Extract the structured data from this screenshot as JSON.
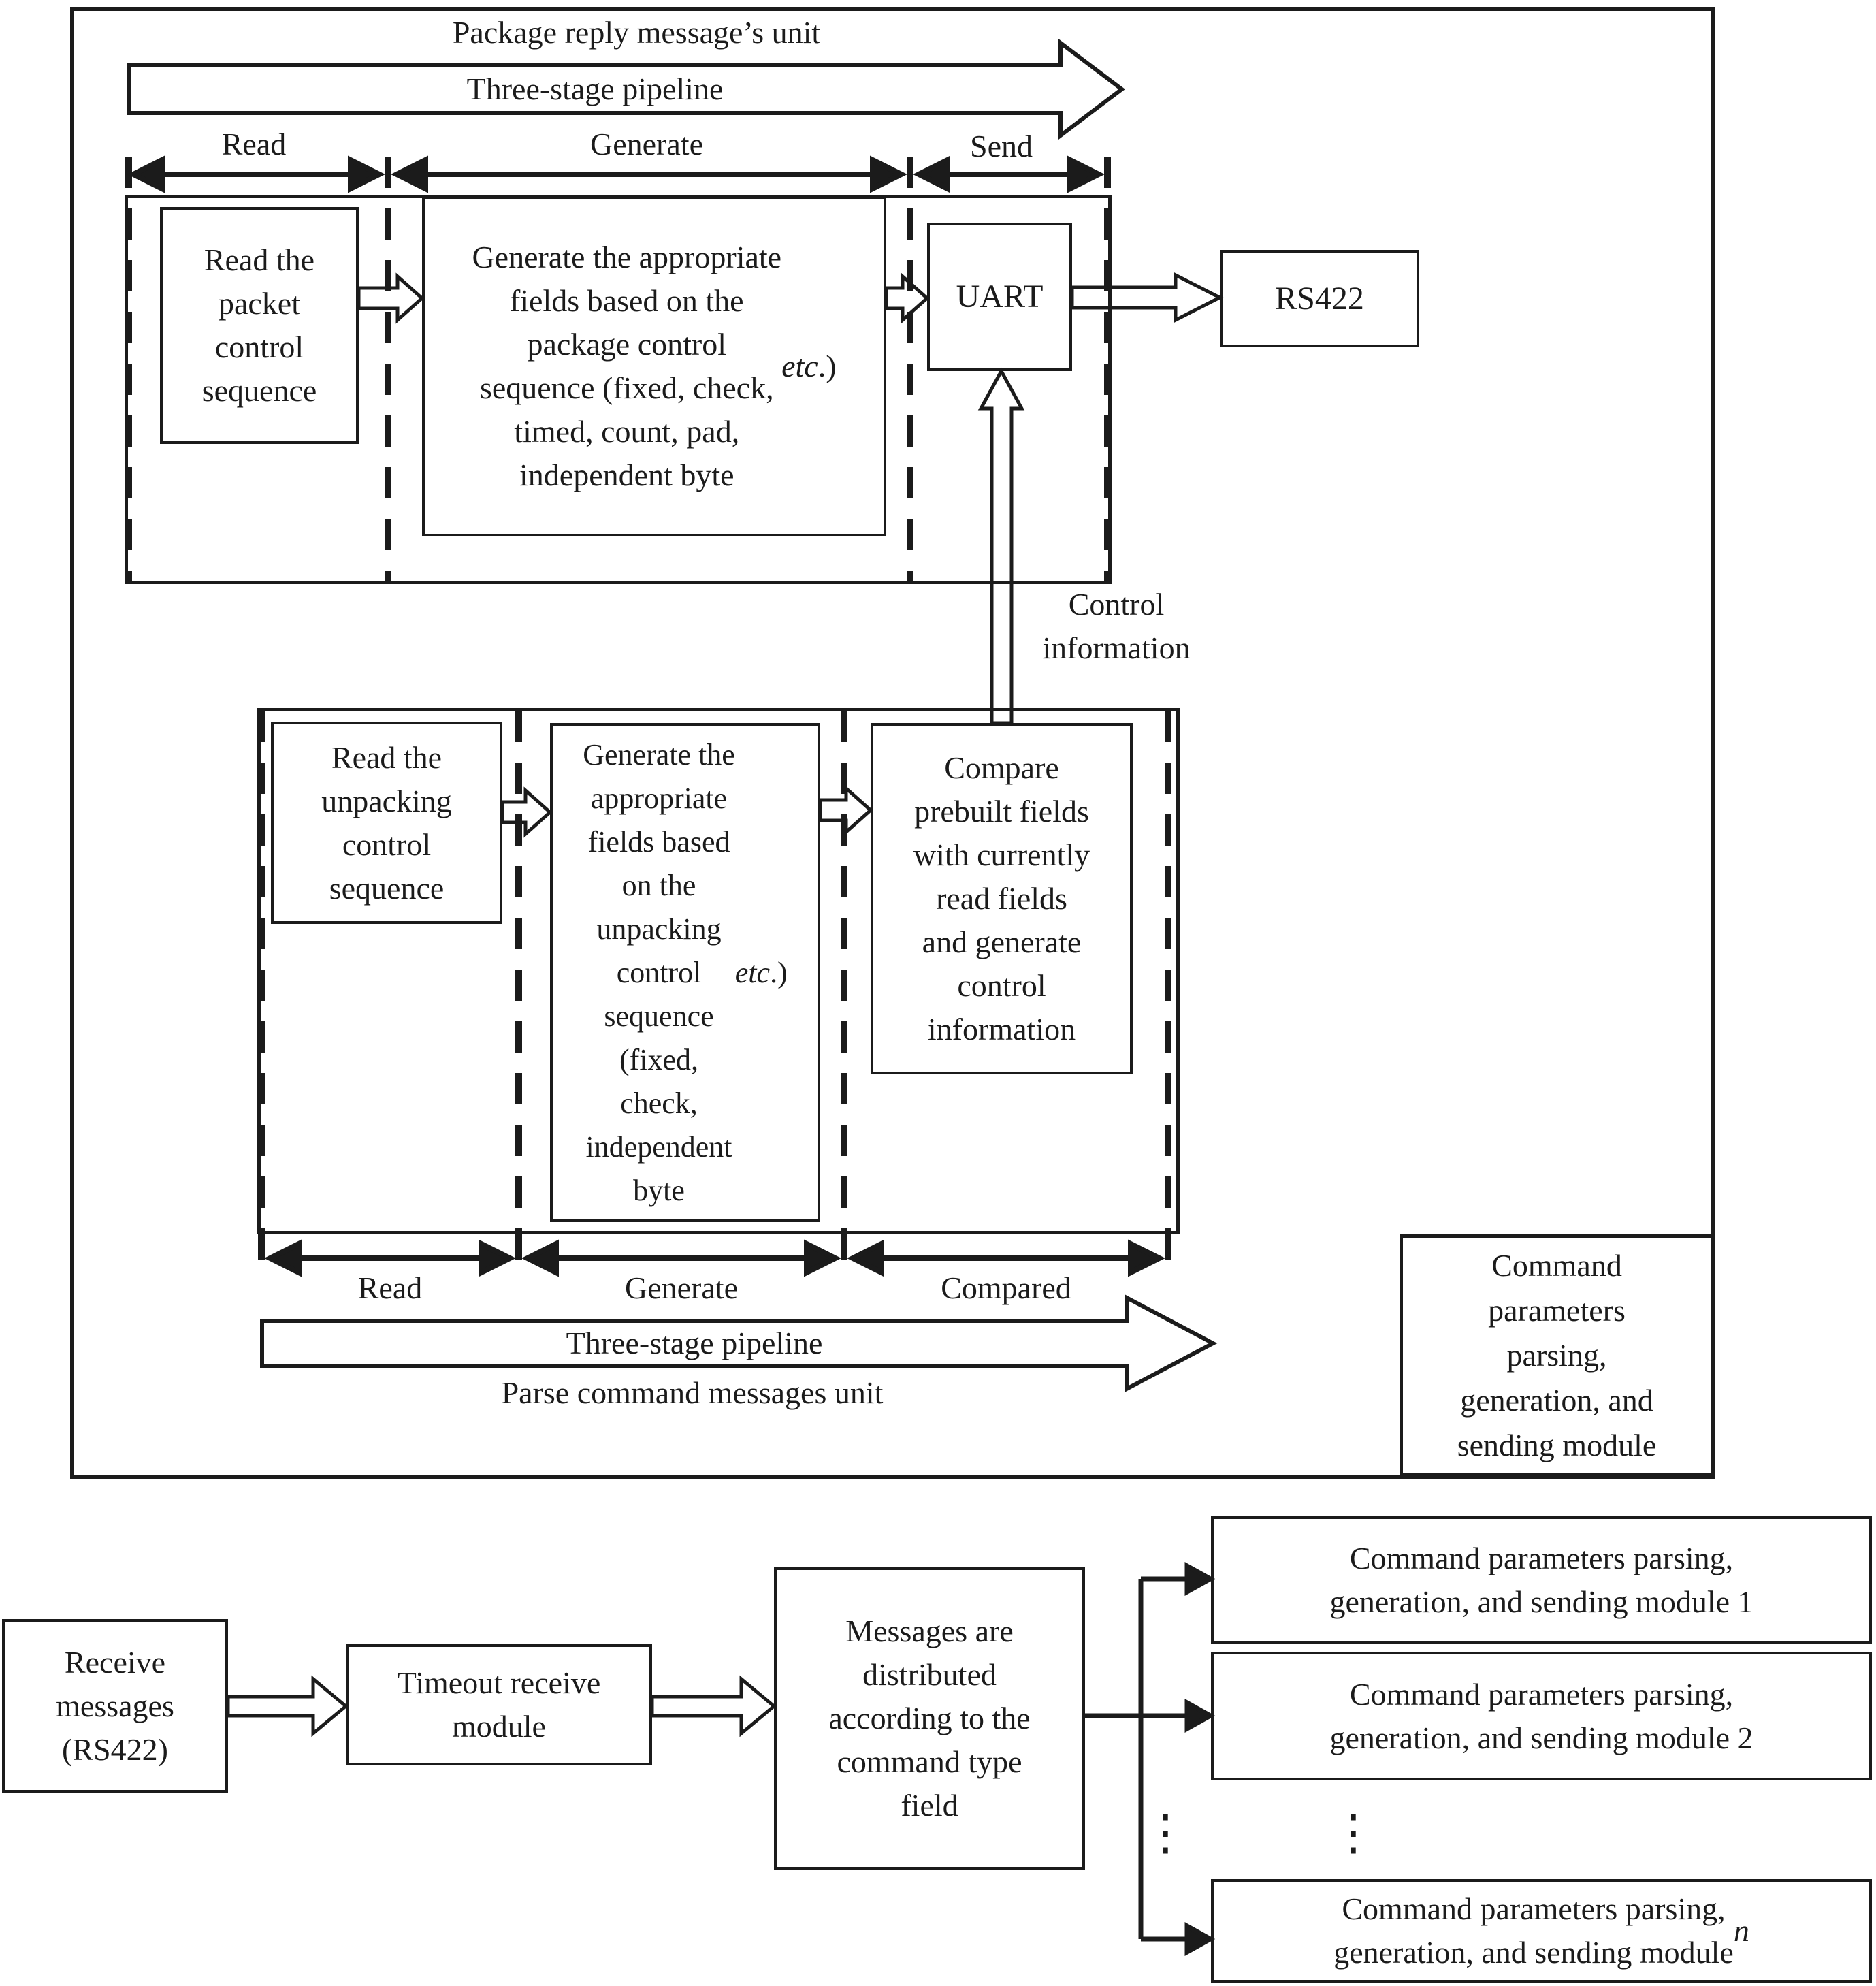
{
  "colors": {
    "ink": "#1b1b1b",
    "paper": "#ffffff"
  },
  "top_unit": {
    "title": "Package reply message’s unit",
    "pipeline_arrow": "Three-stage pipeline",
    "stages": [
      "Read",
      "Generate",
      "Send"
    ],
    "read_box": "Read the\npacket\ncontrol\nsequence",
    "generate_box_html": "Generate the appropriate\nfields based on the\npackage control\nsequence (fixed, check,\ntimed, count, pad,\nindependent byte <i>etc</i>.)",
    "uart_box": "UART",
    "rs422_box": "RS422",
    "control_info_label": "Control\ninformation"
  },
  "parse_unit": {
    "read_box": "Read the\nunpacking\ncontrol\nsequence",
    "generate_box_html": "Generate the\nappropriate\nfields based\non the\nunpacking\ncontrol\nsequence\n(fixed,\ncheck,\nindependent\nbyte <i>etc</i>.)",
    "compare_box": "Compare\nprebuilt fields\nwith currently\nread fields\nand generate\ncontrol\ninformation",
    "stages": [
      "Read",
      "Generate",
      "Compared"
    ],
    "pipeline_arrow": "Three-stage pipeline",
    "subtitle": "Parse command messages unit"
  },
  "command_module_box": "Command\nparameters\nparsing,\ngeneration, and\nsending module",
  "bottom_flow": {
    "receive_box": "Receive\nmessages\n(RS422)",
    "timeout_box": "Timeout receive\nmodule",
    "distribute_box": "Messages are\ndistributed\naccording to the\ncommand type\nfield",
    "modules": [
      {
        "label_html": "Command parameters parsing,\ngeneration, and sending module 1"
      },
      {
        "label_html": "Command parameters parsing,\ngeneration, and sending module 2"
      },
      {
        "label_html": "Command parameters parsing,\ngeneration, and sending module <i>n</i>"
      }
    ],
    "ellipsis": "⋮"
  }
}
